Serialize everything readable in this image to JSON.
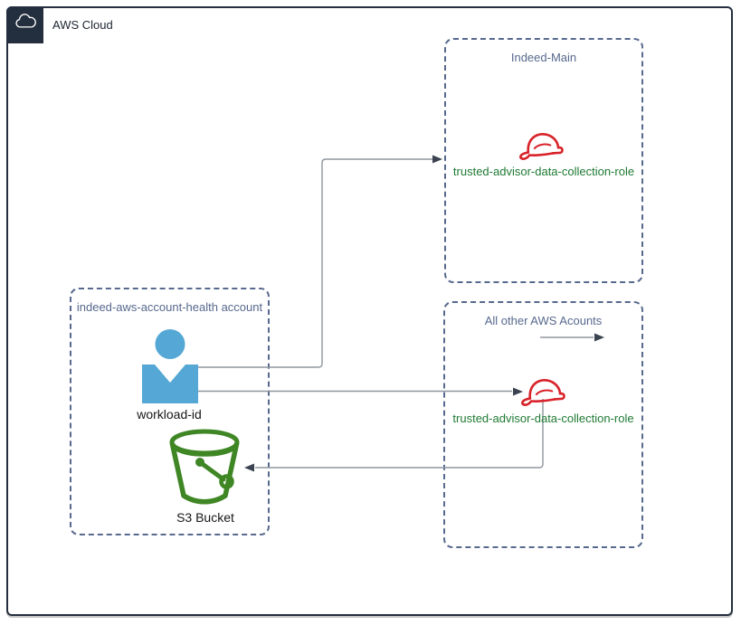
{
  "diagram": {
    "cloud_label": "AWS Cloud",
    "groups": {
      "indeed_main": {
        "title": "Indeed-Main",
        "role_label": "trusted-advisor-data-collection-role"
      },
      "all_other_accounts": {
        "title": "All other AWS Acounts",
        "role_label": "trusted-advisor-data-collection-role"
      },
      "account_health": {
        "title": "indeed-aws-account-health account",
        "workload_label": "workload-id",
        "bucket_label": "S3 Bucket"
      }
    },
    "icons": {
      "cloud": "cloud-icon",
      "iam_role": "hard-hat-role-icon",
      "user": "person-icon",
      "s3": "bucket-icon"
    },
    "colors": {
      "outer_border": "#232f3e",
      "group_border": "#57698e",
      "role_icon_red": "#d8232a",
      "role_label_green": "#1f7a33",
      "bucket_green": "#3f8624",
      "user_blue": "#55a8d5",
      "connector_gray": "#8f969e",
      "arrowhead_dark": "#3b4350",
      "label_dark": "#161616"
    }
  }
}
